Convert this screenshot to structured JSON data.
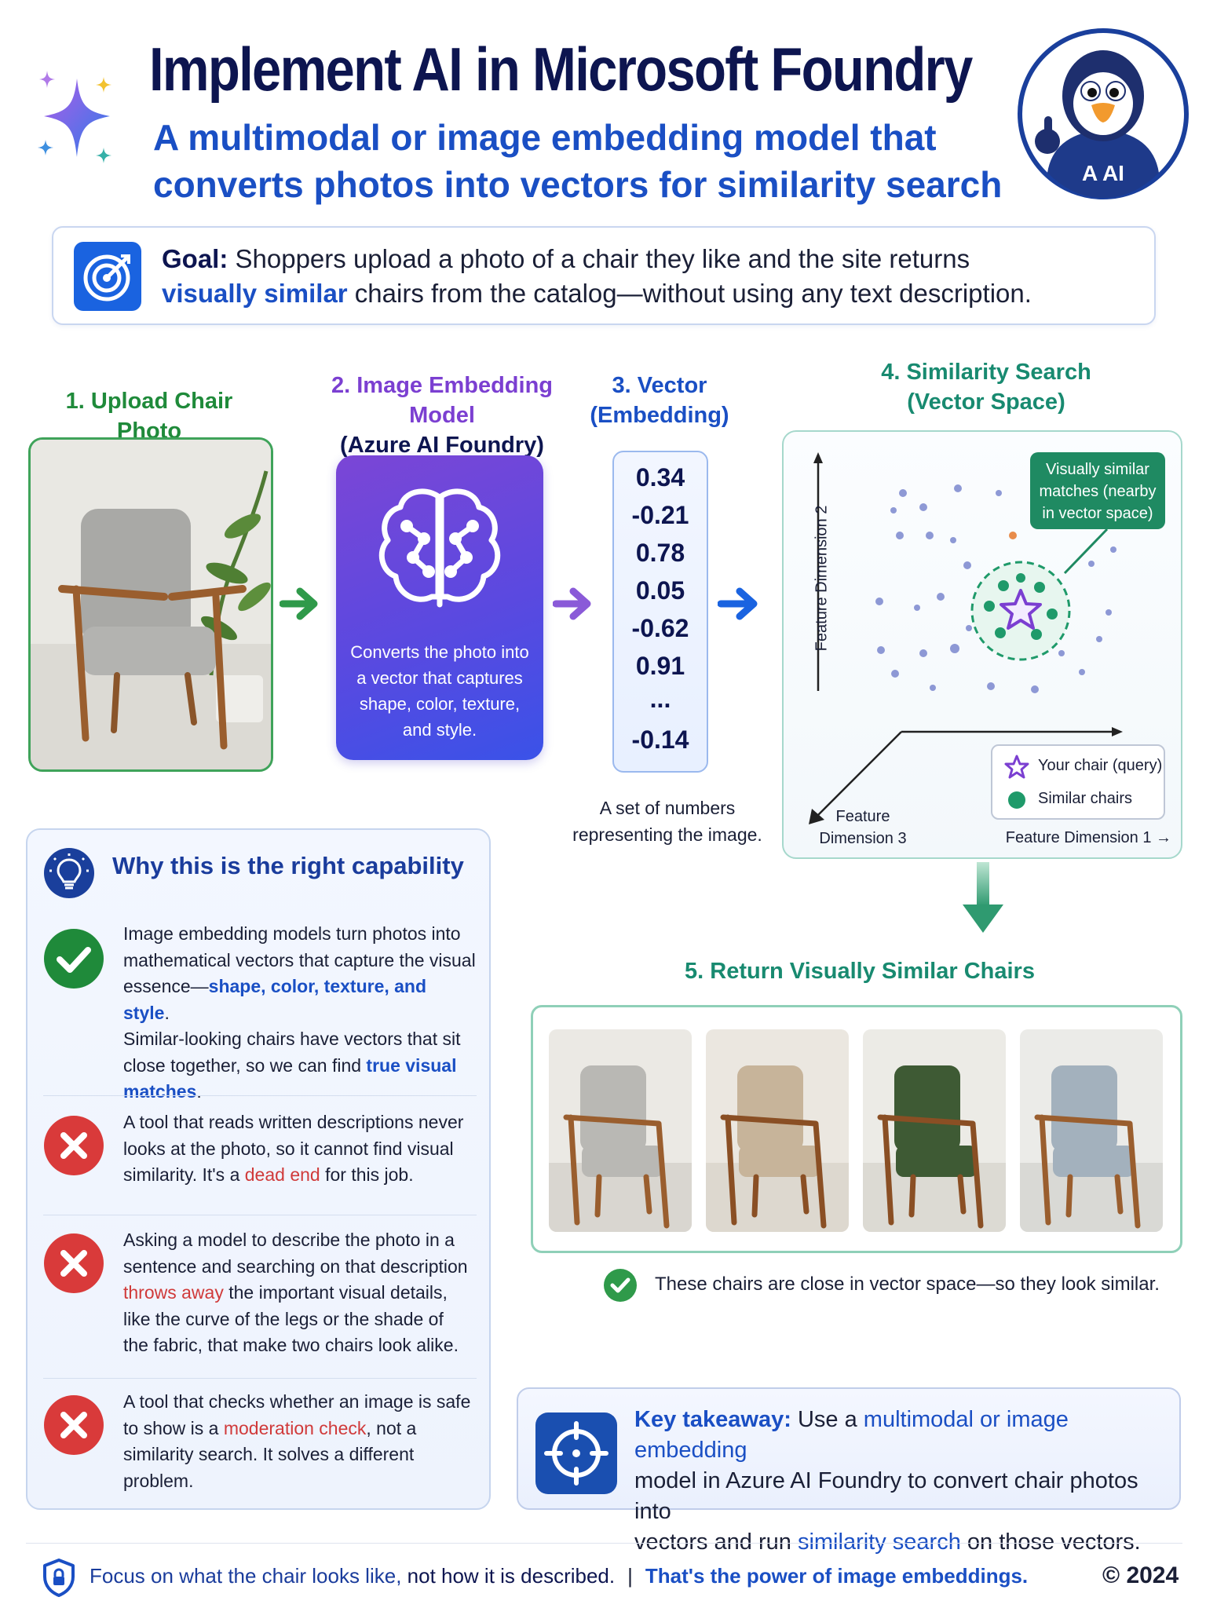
{
  "header": {
    "title": "Implement AI in Microsoft Foundry",
    "subtitle_line1": "A multimodal or image embedding model that",
    "subtitle_line2": "converts photos into vectors for similarity search",
    "mascot_text": "A AI"
  },
  "goal": {
    "label": "Goal:",
    "text_part1": " Shoppers upload a photo of a chair they like and the site returns",
    "highlight": "visually similar",
    "text_part2": " chairs from the catalog—without using any text description."
  },
  "steps": {
    "s1": "1. Upload Chair Photo",
    "s2_line1": "2. Image Embedding Model",
    "s2_line2": "(Azure AI Foundry)",
    "s3_line1": "3. Vector",
    "s3_line2": "(Embedding)",
    "s4_line1": "4. Similarity Search",
    "s4_line2": "(Vector Space)",
    "s5": "5. Return Visually Similar Chairs"
  },
  "model_card": {
    "line1": "Converts the photo into",
    "line2": "a vector that captures",
    "line3": "shape, color, texture,",
    "line4": "and style."
  },
  "vector": {
    "values": [
      "0.34",
      "-0.21",
      "0.78",
      "0.05",
      "-0.62",
      "0.91",
      "...",
      "-0.14"
    ],
    "caption_line1": "A set of numbers",
    "caption_line2": "representing the image."
  },
  "vector_space": {
    "callout_line1": "Visually similar",
    "callout_line2": "matches (nearby",
    "callout_line3": "in vector space)",
    "y_axis": "Feature Dimension 2",
    "z_axis_line1": "Feature",
    "z_axis_line2": "Dimension 3",
    "x_axis": "Feature Dimension 1 →",
    "legend_query": "Your chair (query)",
    "legend_similar": "Similar chairs",
    "colors": {
      "query": "#7b3fd1",
      "similar": "#1f9a6a",
      "scatter": "#6a78c8"
    }
  },
  "why": {
    "title": "Why this is the right capability",
    "item1": {
      "l1": "Image embedding models turn photos into",
      "l2": "mathematical vectors that capture the visual",
      "l3a": "essence—",
      "l3b": "shape, color, texture, and style",
      "l3c": ".",
      "l4": "Similar-looking chairs have vectors that sit",
      "l5a": "close together, so we can find ",
      "l5b": "true visual",
      "l6a": "matches",
      "l6b": "."
    },
    "item2": {
      "l1": "A tool that reads written descriptions never",
      "l2": "looks at the photo, so it cannot find visual",
      "l3a": "similarity. It's a ",
      "l3b": "dead end",
      "l3c": " for this job."
    },
    "item3": {
      "l1": "Asking a model to describe the photo in a",
      "l2": "sentence and searching on that description",
      "l3a": "throws away",
      "l3b": " the important visual details,",
      "l4": "like the curve of the legs or the shade of",
      "l5": "the fabric, that make two chairs look alike."
    },
    "item4": {
      "l1": "A tool that checks whether an image is safe",
      "l2a": "to show is a ",
      "l2b": "moderation check",
      "l2c": ", not a",
      "l3": "similarity search. It solves a different",
      "l4": "problem."
    }
  },
  "return": {
    "confirm": "These chairs are close in vector space—so they look similar.",
    "chair_colors": [
      "#b9b8b4",
      "#c7b49a",
      "#3e5a34",
      "#a3b1bd"
    ]
  },
  "takeaway": {
    "label": "Key takeaway:",
    "t1": " Use a ",
    "t2": "multimodal or image embedding",
    "t3": "model in Azure AI Foundry to convert chair photos into",
    "t4": "vectors and run ",
    "t5": "similarity search",
    "t6": " on those vectors."
  },
  "footer": {
    "part1": "Focus on what the chair looks like,",
    "part2": " not how it is described.",
    "divider": "|",
    "part3": "That's the power of image embeddings.",
    "copyright": "© 2024"
  }
}
